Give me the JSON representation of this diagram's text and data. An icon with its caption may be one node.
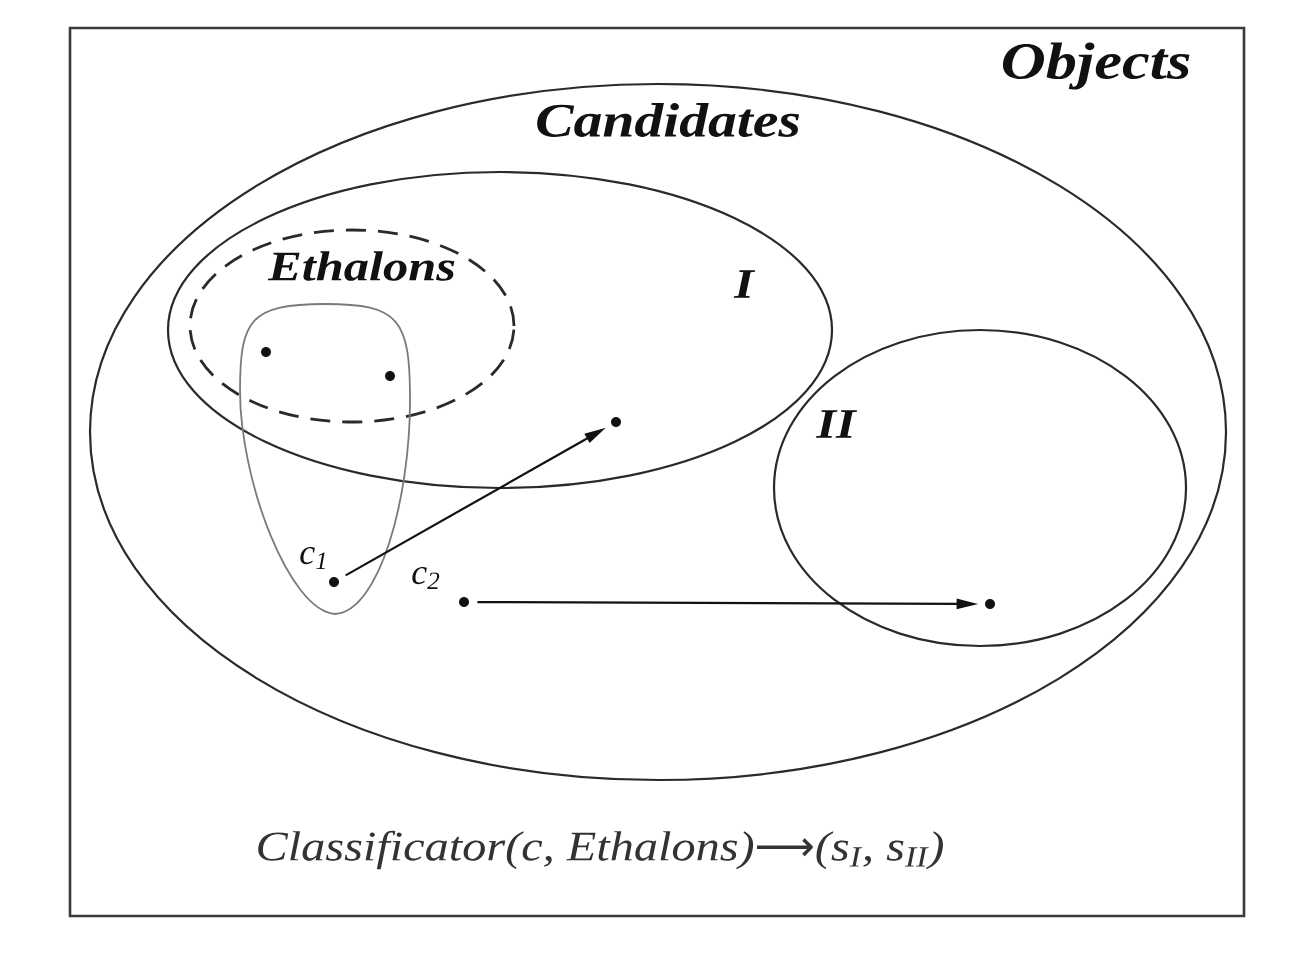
{
  "diagram": {
    "nodes": [
      {
        "text": [
          "Objects"
        ]
      },
      {
        "text": [
          "Candidates"
        ],
        "in": 0
      },
      {
        "text": [
          "I"
        ],
        "in": 1
      },
      {
        "text": [
          "Ethalons"
        ],
        "in": 2
      },
      {
        "text": [],
        "shape": "oval",
        "in": 1
      },
      {
        "text": [],
        "shape": "dot"
      },
      {
        "text": [],
        "shape": "dot"
      },
      {
        "text": [],
        "shape": "dot",
        "in": 2
      },
      {
        "text": [
          "II"
        ],
        "in": 1
      },
      {
        "text": [],
        "shape": "dot",
        "in": 4,
        "beside": [
          "c$_{1}$"
        ]
      },
      {
        "text": [],
        "shape": "dot",
        "in": 1,
        "beside": [
          "c$_{2}$"
        ]
      },
      {
        "text": [],
        "shape": "dot",
        "in": 8
      }
    ],
    "edges": [
      {
        "from": 9,
        "to": 7,
        "arrow": "to"
      },
      {
        "from": 10,
        "to": 11,
        "arrow": "to"
      }
    ],
    "labels": [
      "Classificator(c, Ethalons)⟶(s$_{I}$, s$_{II}$)"
    ]
  }
}
